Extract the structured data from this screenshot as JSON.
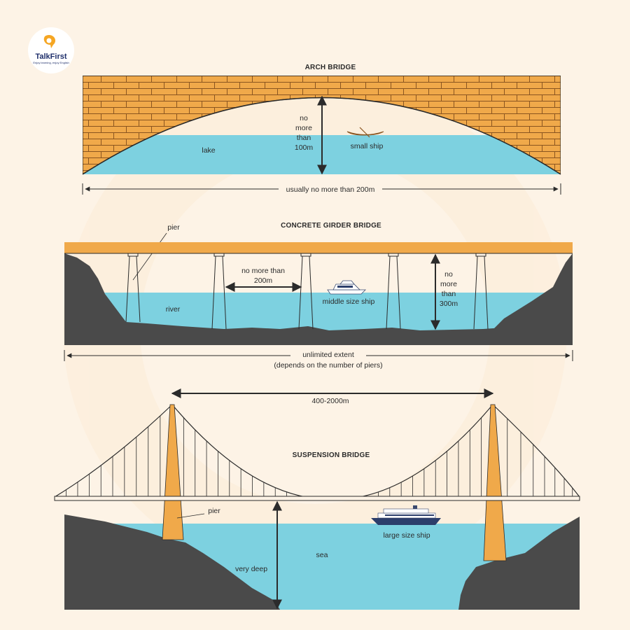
{
  "logo": {
    "name": "TalkFirst",
    "tagline": "Enjoy learning, enjoy English"
  },
  "colors": {
    "background": "#fdf3e6",
    "brick": "#f0a94a",
    "mortar": "#8a5520",
    "water": "#7dd1e0",
    "rock": "#4a4a4a",
    "deck": "#f0a94a",
    "line": "#2b2b2b"
  },
  "arch_bridge": {
    "title": "ARCH BRIDGE",
    "height_label": [
      "no",
      "more",
      "than",
      "100m"
    ],
    "water_label": "lake",
    "ship_label": "small ship",
    "span_label": "usually no more than 200m",
    "ship_icon": "canoe-icon"
  },
  "girder_bridge": {
    "title": "CONCRETE GIRDER BRIDGE",
    "pier_label": "pier",
    "gap_label": [
      "no more than",
      "200m"
    ],
    "height_label": [
      "no",
      "more",
      "than",
      "300m"
    ],
    "water_label": "river",
    "ship_label": "middle size ship",
    "span_label": [
      "unlimited extent",
      "(depends on the number of piers)"
    ],
    "ship_icon": "yacht-icon"
  },
  "suspension_bridge": {
    "title": "SUSPENSION BRIDGE",
    "span_label": "400-2000m",
    "pier_label": "pier",
    "depth_label": "very deep",
    "water_label": "sea",
    "ship_label": "large size ship",
    "ship_icon": "cruise-ship-icon"
  }
}
